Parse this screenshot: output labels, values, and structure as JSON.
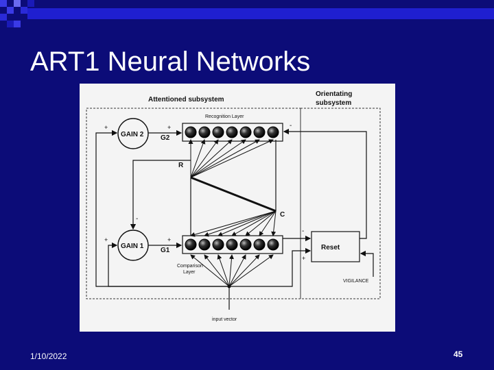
{
  "slide": {
    "title": "ART1 Neural Networks",
    "date": "1/10/2022",
    "page_number": "45"
  },
  "diagram": {
    "attentioned_label": "Attentioned subsystem",
    "orienting_label_1": "Orientating",
    "orienting_label_2": "subsystem",
    "recognition_layer": "Recognition Layer",
    "comparison_layer_1": "Comparison",
    "comparison_layer_2": "Layer",
    "gain2": "GAIN 2",
    "gain1": "GAIN 1",
    "g2": "G2",
    "g1": "G1",
    "r": "R",
    "c": "C",
    "reset": "Reset",
    "vigilance": "VIGILANCE",
    "input_vector": "input vector",
    "plus": "+",
    "minus": "-",
    "neuron_count": 7
  }
}
